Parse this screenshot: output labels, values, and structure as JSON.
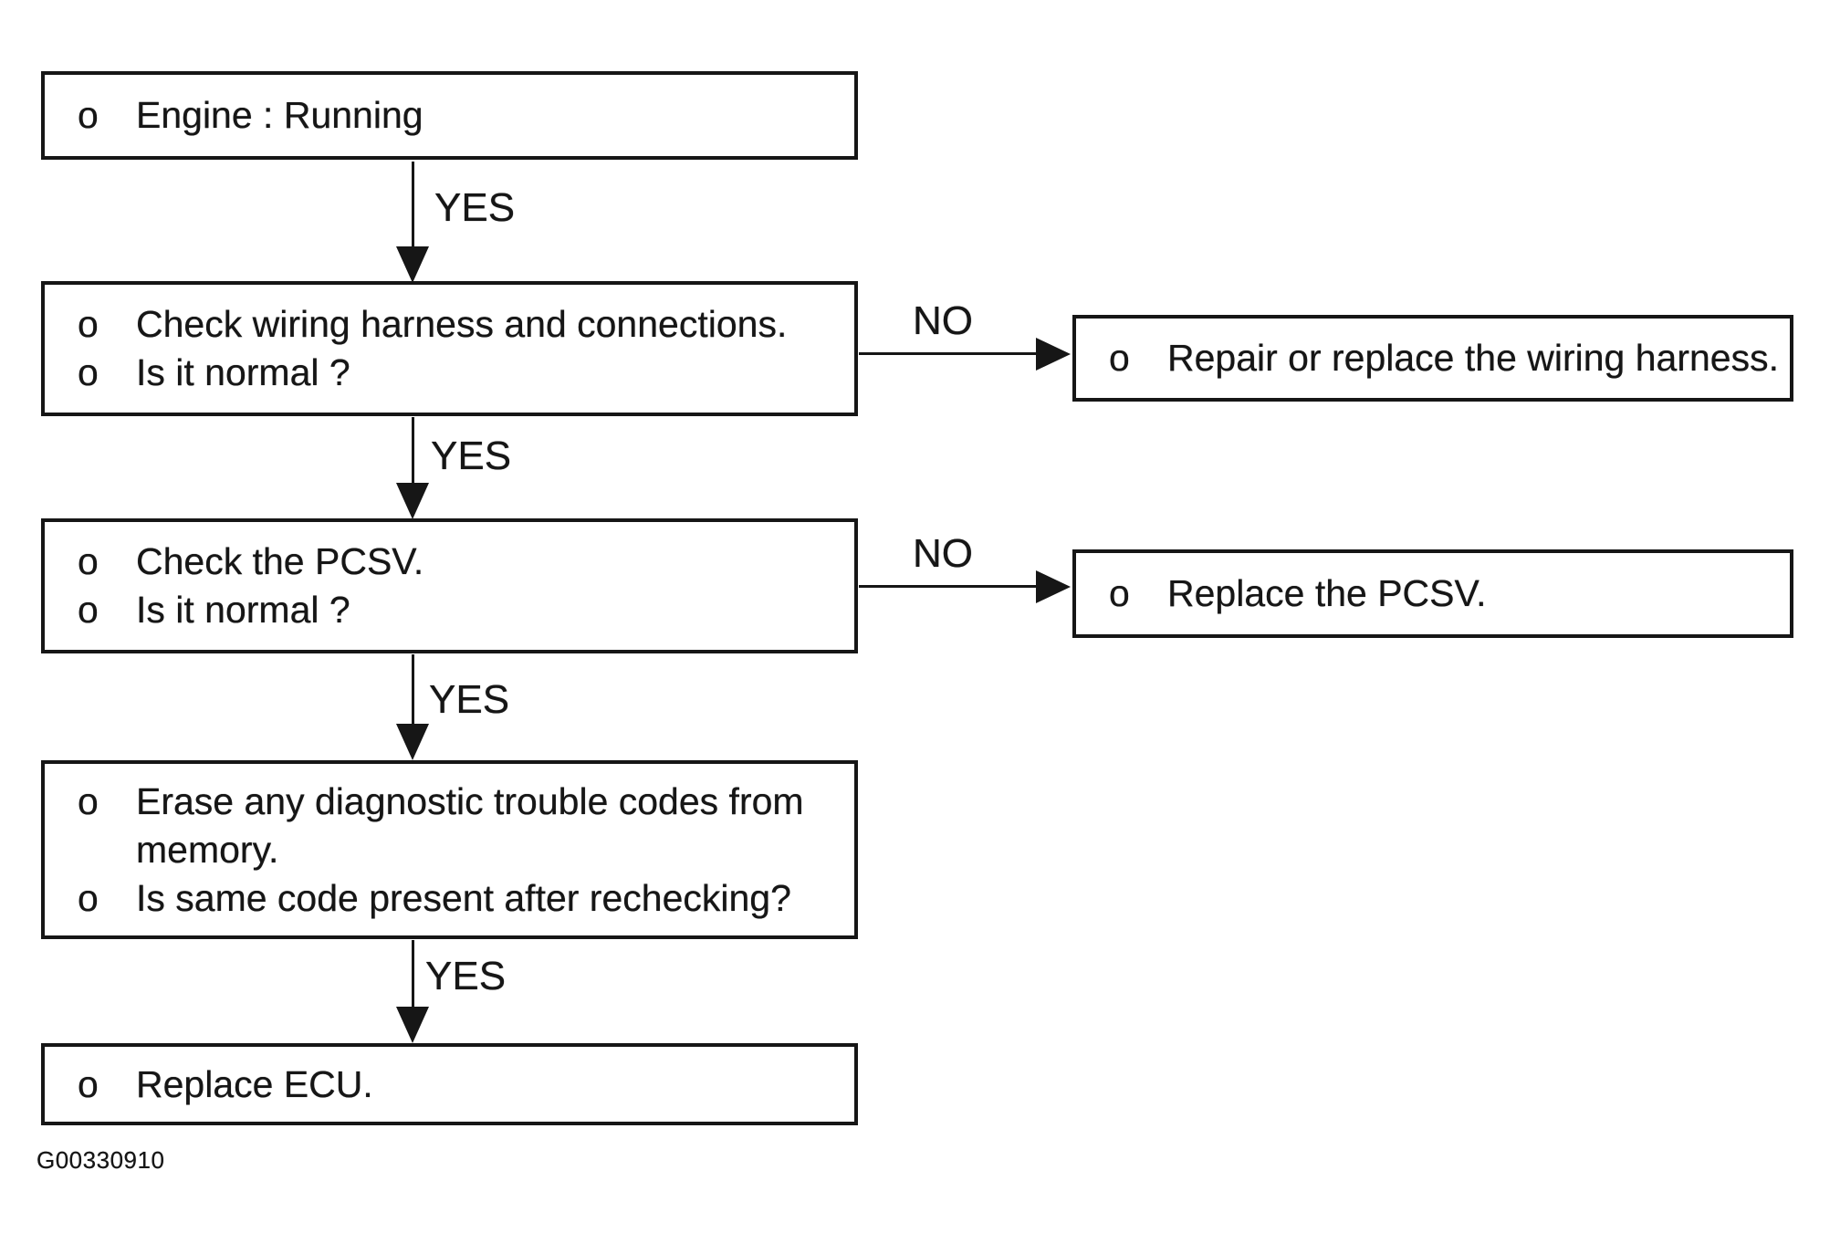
{
  "diagram": {
    "caption": "G00330910",
    "colors": {
      "ink": "#161616",
      "background": "#ffffff"
    },
    "nodes": {
      "engine": {
        "rows": [
          {
            "bullet": "o",
            "text": "Engine : Running"
          }
        ]
      },
      "check_wiring": {
        "rows": [
          {
            "bullet": "o",
            "text": "Check wiring harness and connections."
          },
          {
            "bullet": "o",
            "text": "Is it normal ?"
          }
        ]
      },
      "repair_wiring": {
        "rows": [
          {
            "bullet": "o",
            "text": "Repair or replace the wiring harness."
          }
        ]
      },
      "check_pcsv": {
        "rows": [
          {
            "bullet": "o",
            "text": "Check the PCSV."
          },
          {
            "bullet": "o",
            "text": "Is it normal ?"
          }
        ]
      },
      "replace_pcsv": {
        "rows": [
          {
            "bullet": "o",
            "text": "Replace the PCSV."
          }
        ]
      },
      "erase_codes": {
        "rows": [
          {
            "bullet": "o",
            "text": "Erase any diagnostic trouble codes from"
          },
          {
            "bullet": "",
            "text": "memory."
          },
          {
            "bullet": "o",
            "text": "Is same code present after rechecking?"
          }
        ]
      },
      "replace_ecu": {
        "rows": [
          {
            "bullet": "o",
            "text": "Replace ECU."
          }
        ]
      }
    },
    "edges": [
      {
        "from": "engine",
        "to": "check_wiring",
        "label": "YES"
      },
      {
        "from": "check_wiring",
        "to": "repair_wiring",
        "label": "NO"
      },
      {
        "from": "check_wiring",
        "to": "check_pcsv",
        "label": "YES"
      },
      {
        "from": "check_pcsv",
        "to": "replace_pcsv",
        "label": "NO"
      },
      {
        "from": "check_pcsv",
        "to": "erase_codes",
        "label": "YES"
      },
      {
        "from": "erase_codes",
        "to": "replace_ecu",
        "label": "YES"
      }
    ]
  }
}
